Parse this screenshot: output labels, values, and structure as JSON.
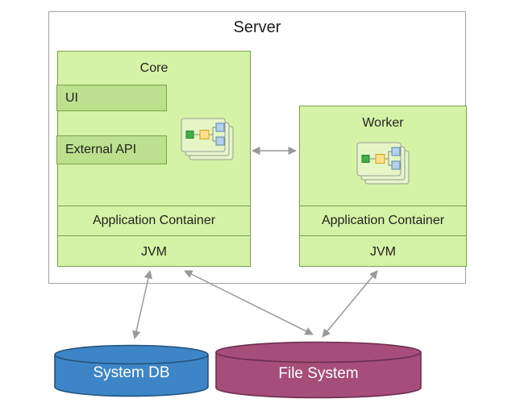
{
  "diagram": {
    "server": {
      "label": "Server"
    },
    "core": {
      "label": "Core",
      "ui": "UI",
      "external_api": "External API",
      "application_container": "Application Container",
      "jvm": "JVM"
    },
    "worker": {
      "label": "Worker",
      "application_container": "Application Container",
      "jvm": "JVM"
    },
    "system_db": {
      "label": "System DB"
    },
    "file_system": {
      "label": "File System"
    },
    "connections": [
      "core-worker",
      "core-system-db",
      "core-file-system",
      "worker-file-system"
    ]
  },
  "icons": {
    "core_component": "component-stack-icon",
    "worker_component": "component-stack-icon"
  },
  "colors": {
    "node_fill": "#d5f3a6",
    "node_border": "#74a546",
    "inner_fill": "#bce08d",
    "server_border": "#a3a3a3",
    "arrow": "#999999",
    "db_fill": "#3d85c6",
    "db_border": "#23527c",
    "fs_fill": "#a64d79",
    "fs_border": "#6d2f4f",
    "cylinder_text": "#ffffff"
  }
}
